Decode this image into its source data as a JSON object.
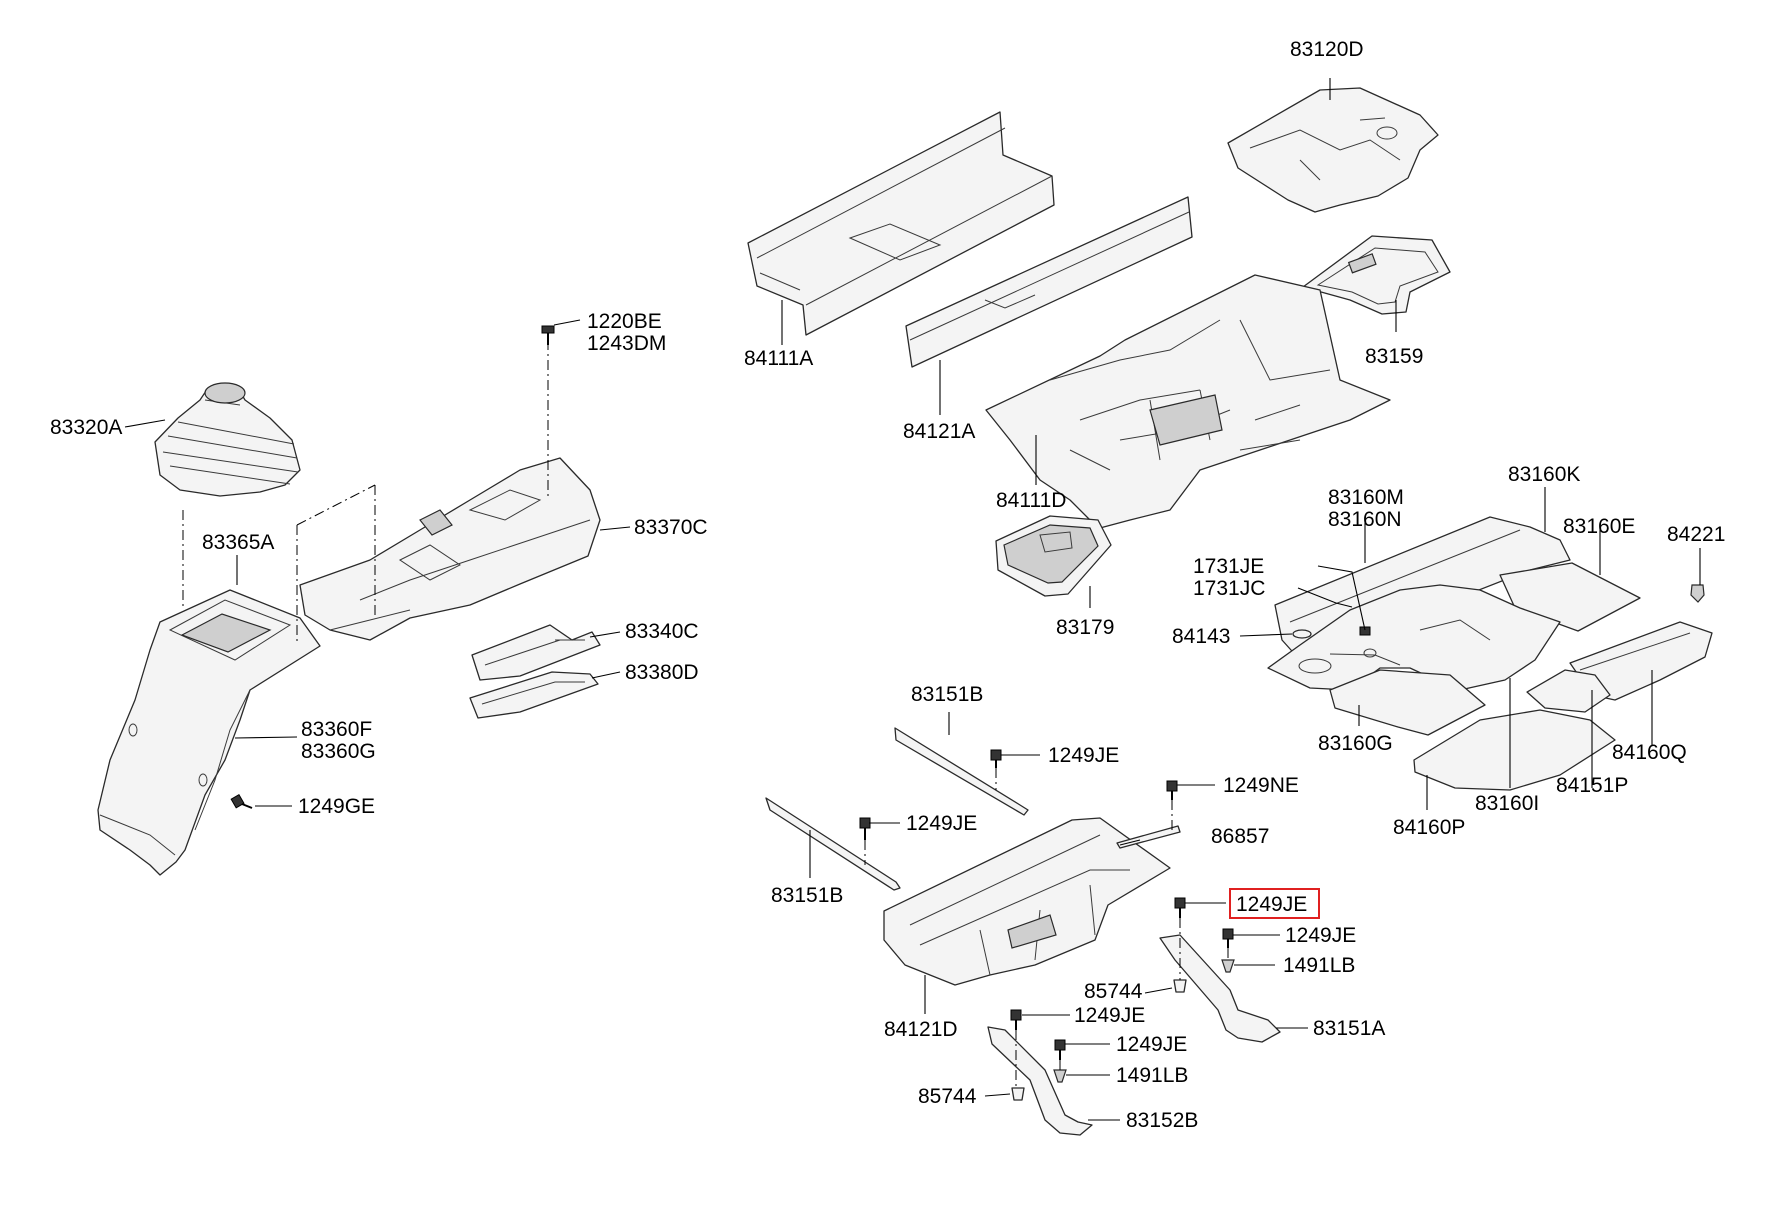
{
  "highlight_color": "#e02020",
  "labels": {
    "p83120D": "83120D",
    "p84111A": "84111A",
    "p84121A": "84121A",
    "p84111D": "84111D",
    "p83159": "83159",
    "p83179": "83179",
    "p1220BE": "1220BE",
    "p1243DM": "1243DM",
    "p83320A": "83320A",
    "p83365A": "83365A",
    "p83370C": "83370C",
    "p83340C": "83340C",
    "p83380D": "83380D",
    "p83360F": "83360F",
    "p83360G": "83360G",
    "p1249GE": "1249GE",
    "p83160K": "83160K",
    "p83160M": "83160M",
    "p83160N": "83160N",
    "p83160E": "83160E",
    "p84221": "84221",
    "p1731JE": "1731JE",
    "p1731JC": "1731JC",
    "p84143": "84143",
    "p83160G": "83160G",
    "p83160I": "83160I",
    "p84151P": "84151P",
    "p84160Q": "84160Q",
    "p84160P": "84160P",
    "p83151B_top": "83151B",
    "p1249JE_a": "1249JE",
    "p1249NE": "1249NE",
    "p1249JE_b": "1249JE",
    "p86857": "86857",
    "p83151B_left": "83151B",
    "p1249JE_highlight": "1249JE",
    "p1249JE_c": "1249JE",
    "p1491LB_a": "1491LB",
    "p85744_a": "85744",
    "p83151A": "83151A",
    "p84121D": "84121D",
    "p1249JE_d": "1249JE",
    "p1249JE_e": "1249JE",
    "p1491LB_b": "1491LB",
    "p85744_b": "85744",
    "p83152B": "83152B"
  }
}
